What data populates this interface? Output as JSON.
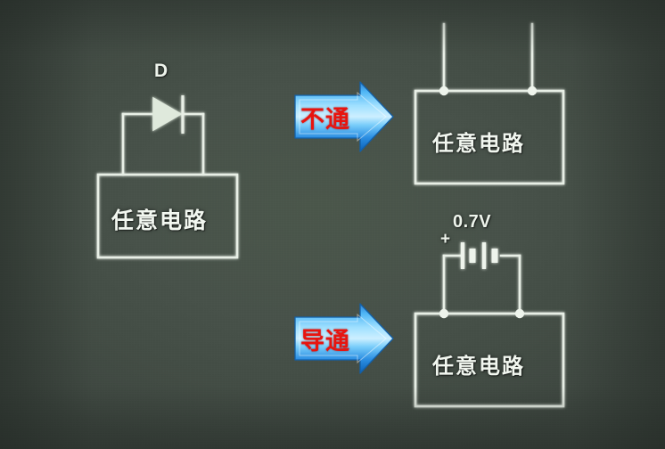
{
  "scene": {
    "title": "Diode conduction / non-conduction illustration",
    "background_color": "#4a544a",
    "wire_color": "#e8efe6",
    "arrow_color": "#1a8cf0",
    "arrow_text_color": "#e8140f"
  },
  "left_circuit": {
    "diode_label": "D",
    "box_label": "任意电路",
    "description": "Diode in series with an arbitrary circuit block"
  },
  "arrows": [
    {
      "id": "arrow-top",
      "label": "不通",
      "meaning": "not conducting",
      "direction": "right"
    },
    {
      "id": "arrow-bottom",
      "label": "导通",
      "meaning": "conducting",
      "direction": "right"
    }
  ],
  "right_top_circuit": {
    "box_label": "任意电路",
    "description": "Open circuit: two open leads on top of the block"
  },
  "right_bottom_circuit": {
    "box_label": "任意电路",
    "voltage_label": "0.7V",
    "polarity_label": "+",
    "description": "Equivalent 0.7V battery source across the block"
  }
}
